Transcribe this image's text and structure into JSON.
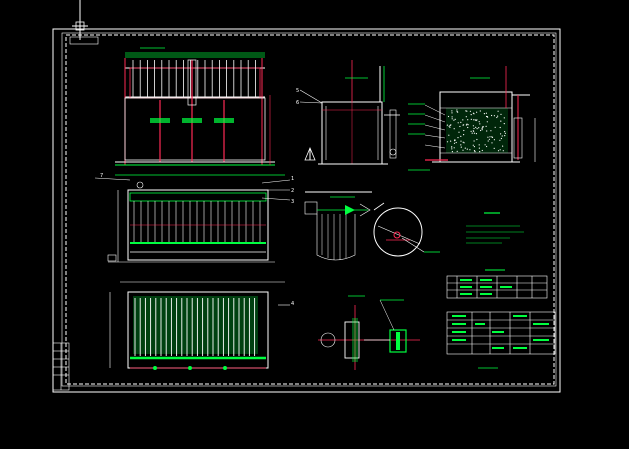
{
  "drawing": {
    "background": "#000000",
    "frame_color": "#ffffff",
    "text_color": "#00ff40",
    "pipe_color": "#ff2a55",
    "centerline_color": "#ff3333",
    "hatch_color": "#00ff40",
    "accent_colors": [
      "#ffffff",
      "#00ff40",
      "#ff2a55",
      "#ffff00",
      "#00ffff"
    ]
  },
  "balloons": [
    "1",
    "2",
    "3",
    "4",
    "5",
    "6",
    "7"
  ]
}
